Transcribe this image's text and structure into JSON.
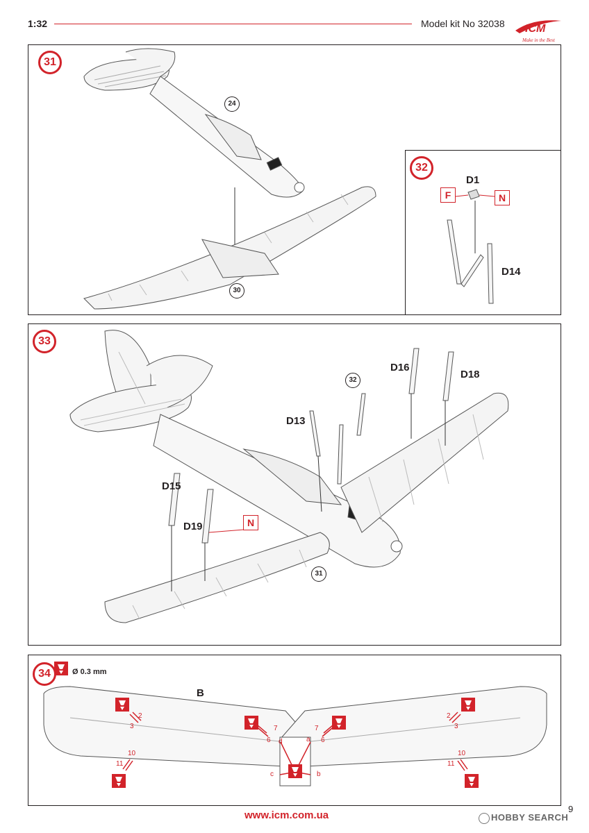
{
  "header": {
    "scale": "1:32",
    "kit_label": "Model kit No 32038"
  },
  "logo": {
    "text": "ICM",
    "tagline": "Make in the Best"
  },
  "colors": {
    "accent": "#d2232a",
    "line": "#231f20"
  },
  "step31": {
    "number": "31",
    "ref_fuselage": "24",
    "ref_wing": "30"
  },
  "step32": {
    "number": "32",
    "part_top": "D1",
    "tag_left": "F",
    "tag_right": "N",
    "part_strut": "D14"
  },
  "step33": {
    "number": "33",
    "ref_sub": "32",
    "ref_body": "31",
    "parts": {
      "d16": "D16",
      "d18": "D18",
      "d13": "D13",
      "d15": "D15",
      "d19": "D19"
    },
    "tag": "N"
  },
  "step34": {
    "number": "34",
    "drill_note": "Ø 0.3 mm",
    "part": "B",
    "holes_left": {
      "a": "2",
      "b": "3",
      "c": "10",
      "d": "11",
      "e": "7",
      "f": "6"
    },
    "holes_right": {
      "a": "2",
      "b": "3",
      "c": "10",
      "d": "11",
      "e": "7",
      "f": "6"
    },
    "center": {
      "a": "a",
      "b": "b",
      "c": "c",
      "d": "d"
    },
    "drill_icon": "drill-icon"
  },
  "footer": {
    "url": "www.icm.com.ua",
    "page": "9"
  },
  "watermark": "HOBBY SEARCH"
}
